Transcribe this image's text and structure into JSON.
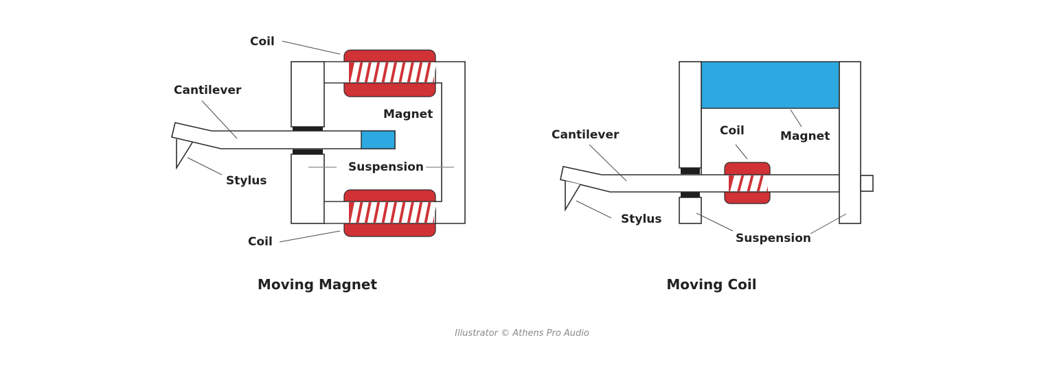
{
  "colors": {
    "coil_red": "#d03236",
    "magnet_blue": "#2ea8e0",
    "suspension_black": "#1e1e1e",
    "text": "#222222",
    "credit_text": "#8a8a8a"
  },
  "moving_magnet": {
    "title": "Moving Magnet",
    "labels": {
      "coil_top": "Coil",
      "cantilever": "Cantilever",
      "magnet": "Magnet",
      "suspension": "Suspension",
      "stylus": "Stylus",
      "coil_bottom": "Coil"
    }
  },
  "moving_coil": {
    "title": "Moving Coil",
    "labels": {
      "cantilever": "Cantilever",
      "coil": "Coil",
      "magnet": "Magnet",
      "stylus": "Stylus",
      "suspension": "Suspension"
    }
  },
  "credit": "Illustrator © Athens Pro Audio"
}
